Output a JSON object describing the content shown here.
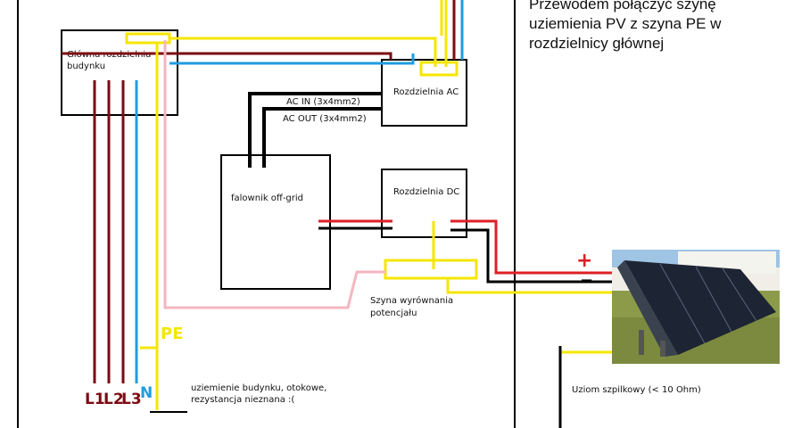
{
  "main_board": {
    "label_line1": "Główna rozdzielnia",
    "label_line2": "budynku"
  },
  "ac_board": {
    "label": "Rozdzielnia AC"
  },
  "ac_in": {
    "label": "AC IN (3x4mm2)"
  },
  "ac_out": {
    "label": "AC OUT (3x4mm2)"
  },
  "inverter": {
    "label": "falownik off-grid"
  },
  "dc_board": {
    "label": "Rozdzielnia DC"
  },
  "equipotential_bar": {
    "label_line1": "Szyna wyrównania",
    "label_line2": "potencjału"
  },
  "pe_label": "PE",
  "phase_labels": [
    "L1",
    "L2",
    "L3"
  ],
  "neutral_label": "N",
  "building_ground": {
    "line1": "uziemienie budynku, otokowe,",
    "line2": "rezystancja nieznana :("
  },
  "rod_ground": {
    "label": "Uziom szpilkowy (< 10 Ohm)"
  },
  "pv_plus": "+",
  "pv_minus": "−",
  "note": {
    "line1": "Przewodem połączyć szynę",
    "line2": "uziemienia PV z szyna PE w",
    "line3": "rozdzielnicy głównej"
  },
  "colors": {
    "pe": "#f5e600",
    "phase": "#7b0a12",
    "neutral": "#1f9ce0",
    "black": "#000000",
    "dc_plus": "#dd1f26",
    "bonding": "#f4b6c0",
    "label_phase": "#7b0a12",
    "label_neutral": "#1f9ce0",
    "label_pe": "#f5e600"
  }
}
